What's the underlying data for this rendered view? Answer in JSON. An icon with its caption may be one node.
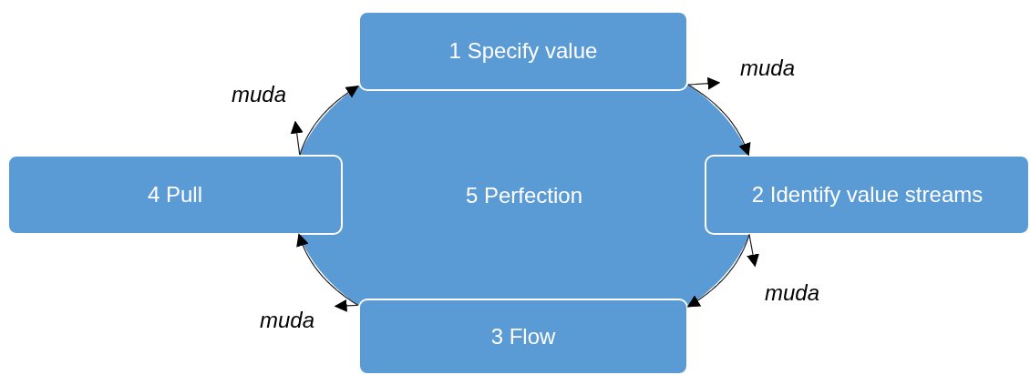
{
  "diagram": {
    "nodes": [
      {
        "text": [
          "5 Perfection"
        ]
      },
      {
        "text": [
          "1 Specify value"
        ]
      },
      {
        "text": [
          "2 Identify value streams"
        ]
      },
      {
        "text": [
          "3 Flow"
        ]
      },
      {
        "text": [
          "4 Pull"
        ]
      },
      {
        "text": [
          "muda"
        ]
      },
      {
        "text": [
          "muda"
        ]
      },
      {
        "text": [
          "muda"
        ]
      },
      {
        "text": [
          "muda"
        ]
      }
    ],
    "edges": [
      {
        "from": 1,
        "to": 2,
        "arrow": "to"
      },
      {
        "from": 2,
        "to": 3,
        "arrow": "to"
      },
      {
        "from": 3,
        "to": 4,
        "arrow": "to"
      },
      {
        "from": 4,
        "to": 1,
        "arrow": "to"
      },
      {
        "from": 1,
        "to": 5,
        "arrow": "to"
      },
      {
        "from": 2,
        "to": 6,
        "arrow": "to"
      },
      {
        "from": 3,
        "to": 7,
        "arrow": "to"
      },
      {
        "from": 4,
        "to": 8,
        "arrow": "to"
      }
    ]
  }
}
